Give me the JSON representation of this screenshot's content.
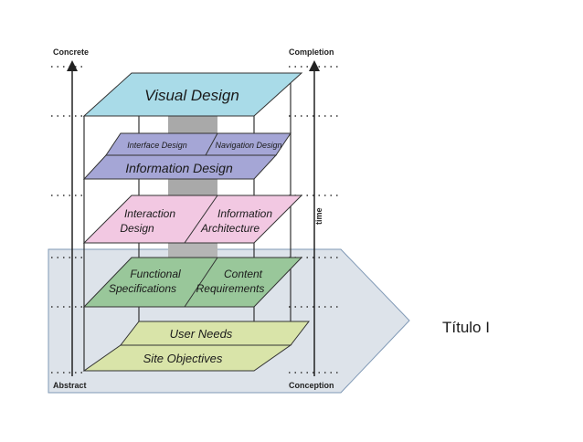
{
  "diagram": {
    "labels": {
      "top_left": "Concrete",
      "top_right": "Completion",
      "bottom_left": "Abstract",
      "bottom_right": "Conception",
      "time_axis": "time"
    },
    "planes": {
      "visual": "Visual Design",
      "interface": "Interface Design",
      "navigation": "Navigation Design",
      "information_design": "Information Design",
      "interaction_1": "Interaction",
      "interaction_2": "Design",
      "info_arch_1": "Information",
      "info_arch_2": "Architecture",
      "functional_1": "Functional",
      "functional_2": "Specifications",
      "content_1": "Content",
      "content_2": "Requirements",
      "user_needs": "User Needs",
      "site_objectives": "Site Objectives"
    },
    "colors": {
      "visual": "#a9dbe8",
      "information": "#a5a6d6",
      "interaction": "#f2c8e2",
      "functional": "#99c79a",
      "objectives": "#d9e4a9",
      "highlight": "#dde3ea"
    }
  },
  "slide": {
    "caption": "Título I"
  }
}
